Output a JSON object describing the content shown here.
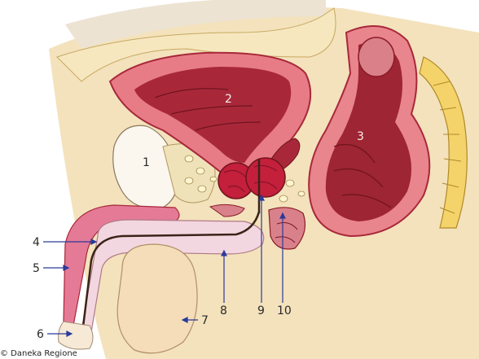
{
  "labels": {
    "n1": "1",
    "n2": "2",
    "n3": "3",
    "n4": "4",
    "n5": "5",
    "n6": "6",
    "n7": "7",
    "n8": "8",
    "n9": "9",
    "n10": "10"
  },
  "credit": "© Daneka Regione",
  "colors": {
    "skin": "#f2dca8",
    "skin_dark": "#e3c27c",
    "organ_red": "#a8283a",
    "organ_dark": "#7a1a22",
    "wall_pink": "#e07a84",
    "prostate": "#c0203a",
    "urethra": "#3a2418",
    "leader": "#2a3a9a"
  }
}
